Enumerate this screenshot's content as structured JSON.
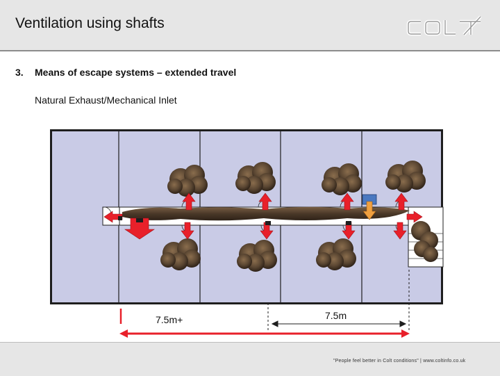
{
  "header": {
    "title": "Ventilation using shafts",
    "logo_text": "COLT"
  },
  "content": {
    "item_number": "3.",
    "item_text": "Means of escape systems – extended travel",
    "subtitle": "Natural Exhaust/Mechanical Inlet"
  },
  "dimensions": {
    "left_label": "7.5m+",
    "right_label": "7.5m"
  },
  "footer": {
    "text": "\"People feel better in Colt conditions\"   | www.coltinfo.co.uk"
  },
  "colors": {
    "floor": "#c9cbe6",
    "arrow_red": "#e8202a",
    "corridor": "#ffffff",
    "smoke": "#5a4632",
    "inlet_blue": "#4a78c0",
    "inlet_orange": "#f0a040"
  }
}
